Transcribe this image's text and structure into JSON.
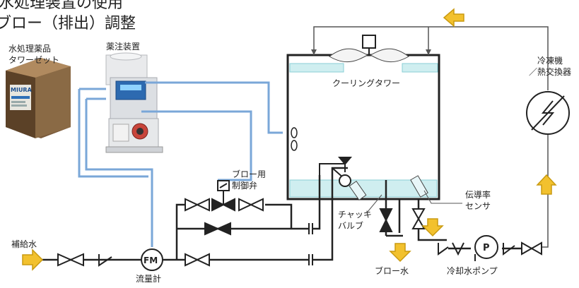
{
  "header": {
    "line1": "水処理装置の使用",
    "line2": "ブロー（排出）調整"
  },
  "labels": {
    "chemical_box_line1": "水処理薬品",
    "chemical_box_line2": "タワーゼット",
    "box_brand": "MIURA",
    "injector": "薬注装置",
    "cooling_tower": "クーリングタワー",
    "chiller_line1": "冷凍機",
    "chiller_line2": "／熱交換器",
    "blow_valve_line1": "ブロー用",
    "blow_valve_line2": "制御弁",
    "check_valve_line1": "チャッキ",
    "check_valve_line2": "バルブ",
    "sensor_line1": "伝導率",
    "sensor_line2": "センサ",
    "makeup_water": "補給水",
    "flow_meter_symbol": "FM",
    "flow_meter": "流量計",
    "blow_water": "ブロー水",
    "pump_symbol": "P",
    "cooling_pump": "冷却水ポンプ"
  },
  "colors": {
    "signal_line": "#7aa7d8",
    "pipe": "#222222",
    "flow_arrow": "#f2c12e",
    "flow_arrow_edge": "#c99a10",
    "water": "#cfeef0",
    "water_edge": "#88cfd6",
    "tower_fill": "#ffffff"
  }
}
